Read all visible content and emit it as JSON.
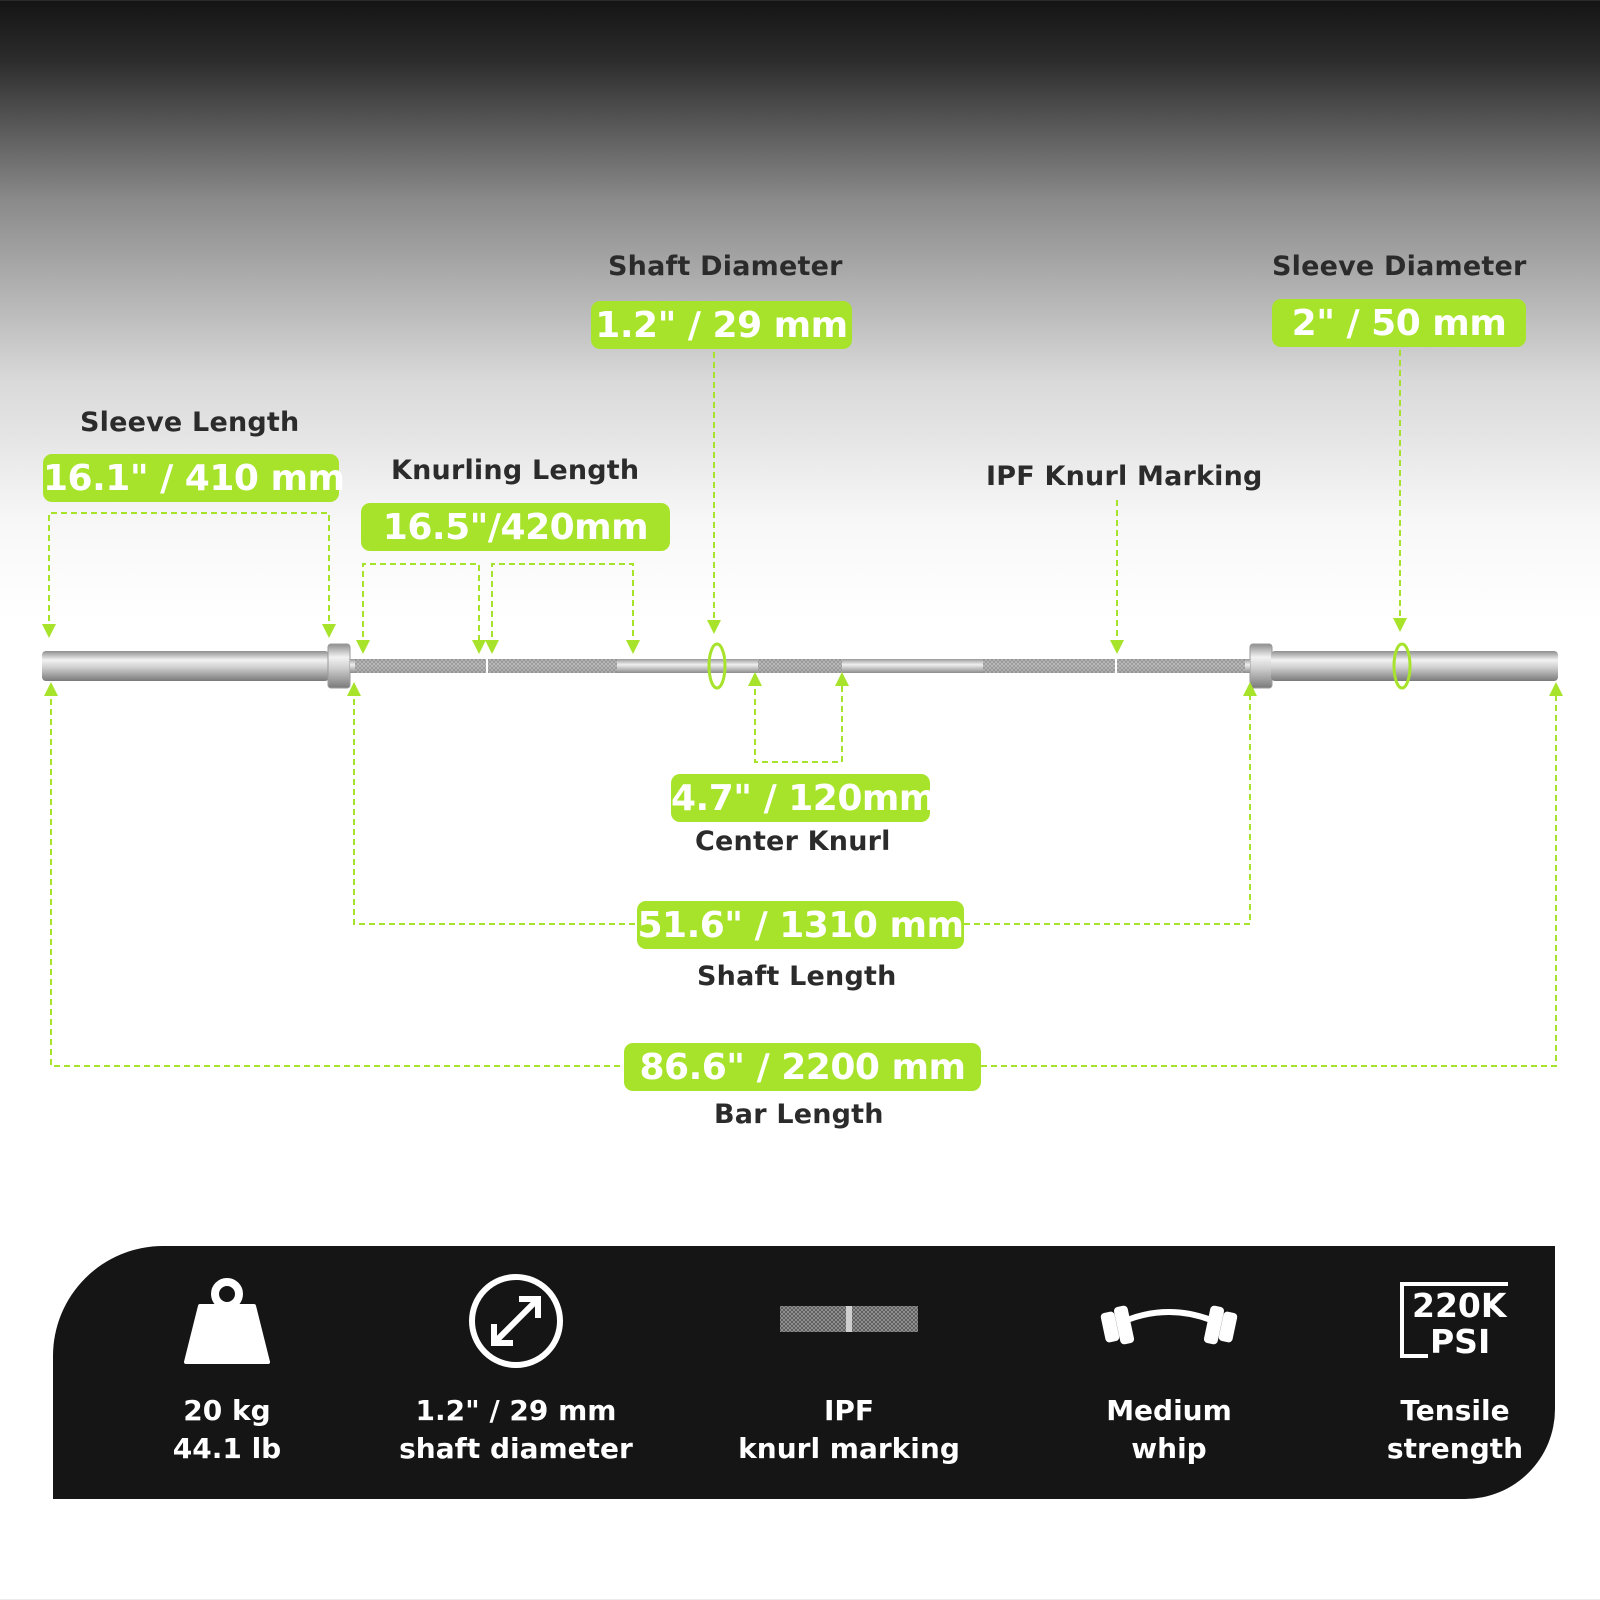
{
  "colors": {
    "accent": "#a8e32c",
    "text_dark": "#2b2b2b",
    "panel_bg": "#151515"
  },
  "callouts": {
    "sleeve_length": {
      "title": "Sleeve Length",
      "value": "16.1\" / 410 mm"
    },
    "knurling_length": {
      "title": "Knurling Length",
      "value": "16.5\"/420mm"
    },
    "shaft_diameter": {
      "title": "Shaft Diameter",
      "value": "1.2\" / 29 mm"
    },
    "ipf_knurl_marking": {
      "title": "IPF Knurl Marking"
    },
    "sleeve_diameter": {
      "title": "Sleeve Diameter",
      "value": "2\" / 50 mm"
    },
    "center_knurl": {
      "title": "Center Knurl",
      "value": "4.7\" / 120mm"
    },
    "shaft_length": {
      "title": "Shaft Length",
      "value": "51.6\" / 1310 mm"
    },
    "bar_length": {
      "title": "Bar Length",
      "value": "86.6\" / 2200 mm"
    }
  },
  "features": [
    {
      "icon": "weight-icon",
      "line1": "20 kg",
      "line2": "44.1 lb"
    },
    {
      "icon": "diameter-icon",
      "line1": "1.2\" / 29 mm",
      "line2": "shaft diameter"
    },
    {
      "icon": "knurl-marking-icon",
      "line1": "IPF",
      "line2": "knurl marking"
    },
    {
      "icon": "whip-icon",
      "line1": "Medium",
      "line2": "whip"
    },
    {
      "icon": "psi-badge-icon",
      "badge_line1": "220K",
      "badge_line2": "PSI",
      "line1": "Tensile",
      "line2": "strength"
    }
  ]
}
